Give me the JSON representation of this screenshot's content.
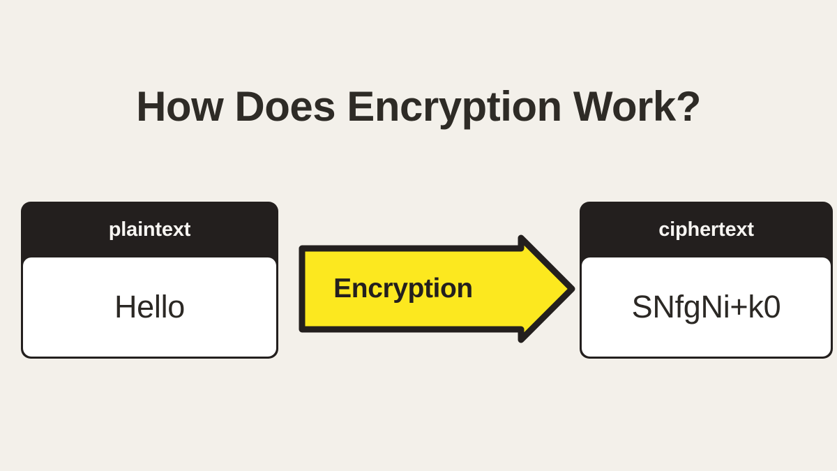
{
  "slide": {
    "background_color": "#f3f0ea",
    "title": "How Does Encryption Work?"
  },
  "colors": {
    "background": "#f3f0ea",
    "ink": "#231f1e",
    "title_text": "#2e2b26",
    "card_header_bg": "#231f1e",
    "card_header_text": "#f7f5f2",
    "card_body_bg": "#ffffff",
    "card_body_text": "#2b2824",
    "arrow_fill": "#fce81f",
    "arrow_outline": "#231f1e",
    "arrow_label_text": "#231f1e"
  },
  "diagram": {
    "input_card": {
      "header_label": "plaintext",
      "value": "Hello"
    },
    "process_arrow": {
      "label": "Encryption",
      "direction": "right",
      "icon": "right-block-arrow-icon"
    },
    "output_card": {
      "header_label": "ciphertext",
      "value": "SNfgNi+k0"
    }
  }
}
